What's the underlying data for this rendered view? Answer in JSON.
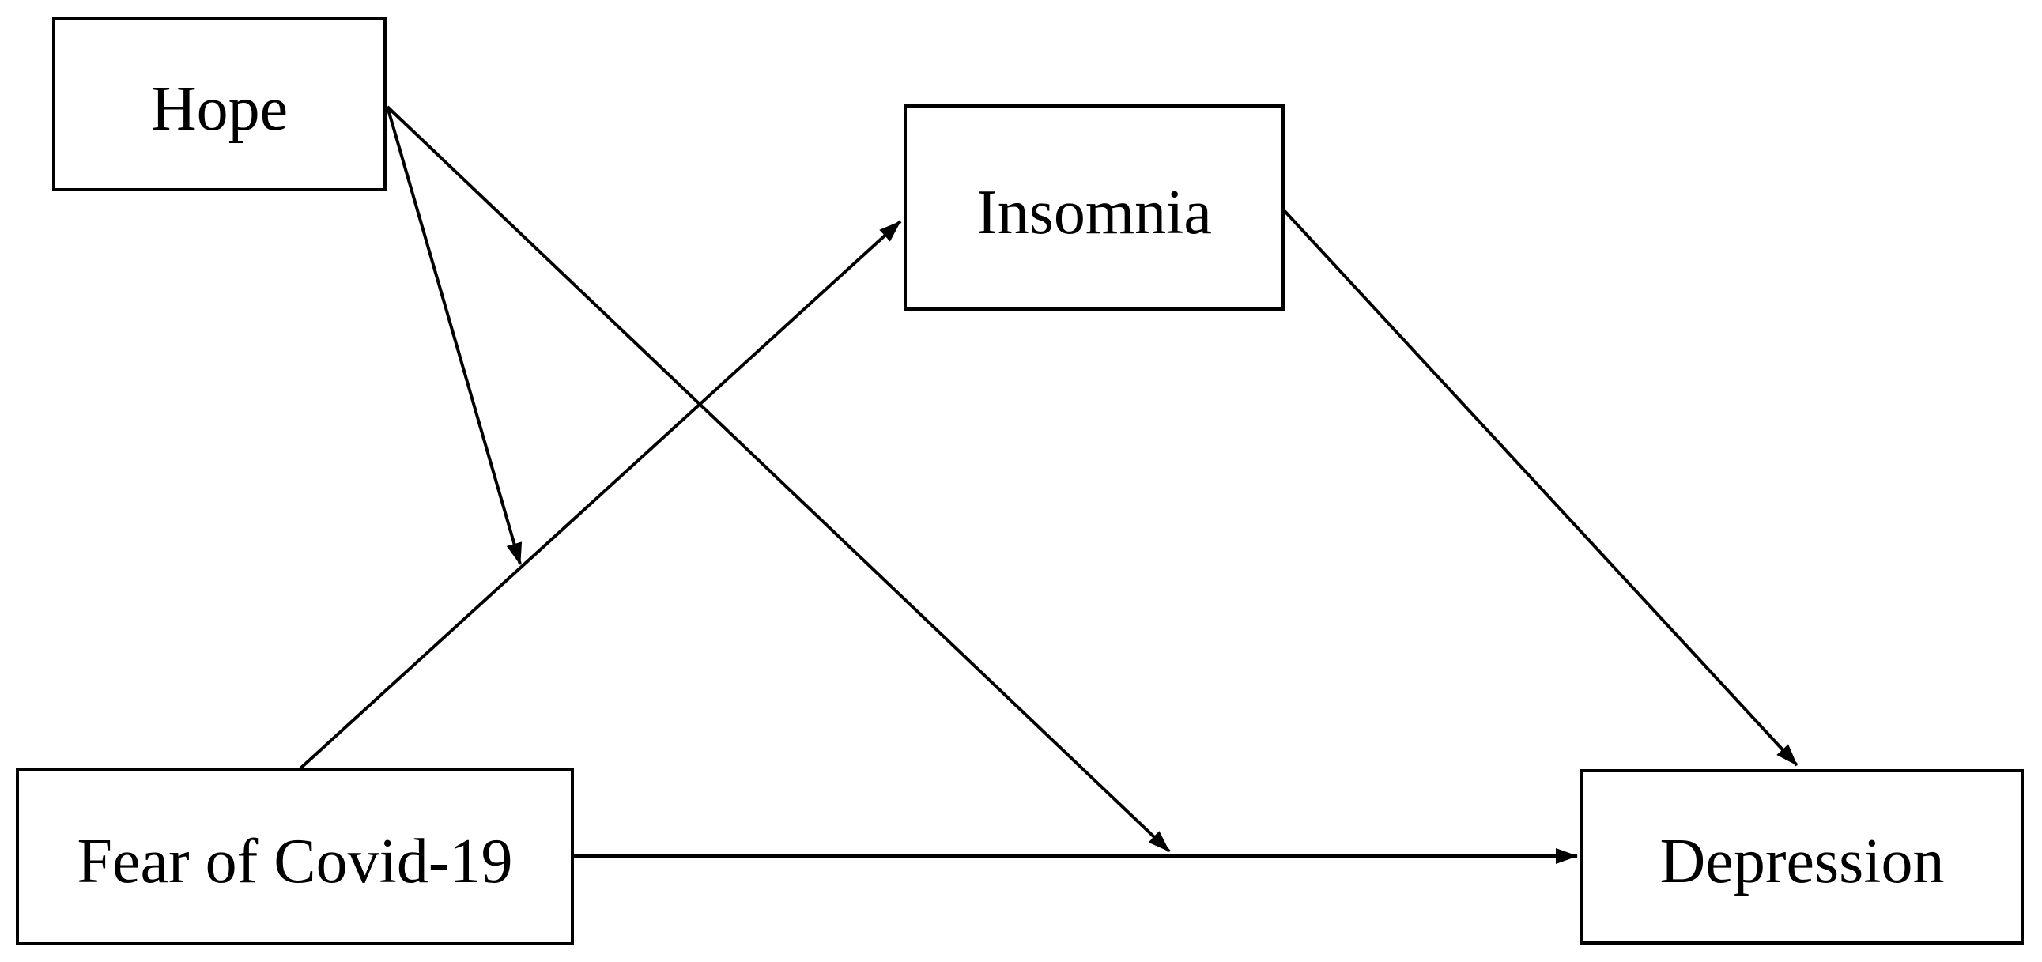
{
  "diagram": {
    "type": "path-model",
    "background_color": "#ffffff",
    "stroke_color": "#000000",
    "box_fill": "#ffffff",
    "nodes": [
      {
        "id": "hope",
        "label": "Hope"
      },
      {
        "id": "insomnia",
        "label": "Insomnia"
      },
      {
        "id": "fear",
        "label": "Fear of Covid-19"
      },
      {
        "id": "depression",
        "label": "Depression"
      }
    ],
    "edges": [
      {
        "from": "fear",
        "to": "insomnia",
        "kind": "direct-arrow"
      },
      {
        "from": "insomnia",
        "to": "depression",
        "kind": "direct-arrow"
      },
      {
        "from": "fear",
        "to": "depression",
        "kind": "direct-arrow"
      },
      {
        "from": "hope",
        "to": "path(fear-insomnia)",
        "kind": "moderation-arrow-onto-path"
      },
      {
        "from": "hope",
        "to": "path(fear-depression)",
        "kind": "moderation-arrow-onto-path"
      }
    ]
  }
}
